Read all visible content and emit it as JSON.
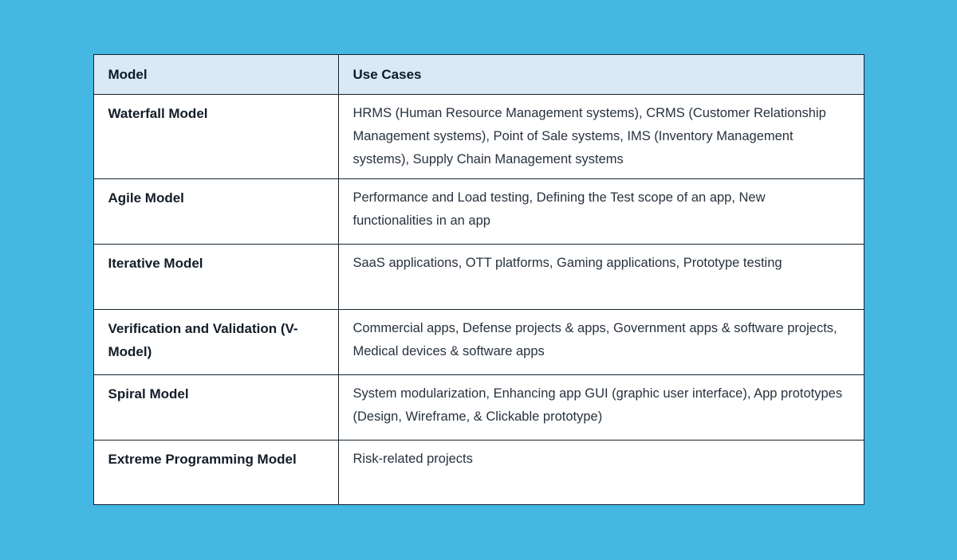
{
  "page": {
    "background_color": "#44b7e3",
    "table_border_color": "#15232e",
    "header_background_color": "#d9eaf6"
  },
  "table": {
    "header": {
      "model": "Model",
      "use_cases": "Use Cases"
    },
    "rows": [
      {
        "model": "Waterfall Model",
        "use_cases": "HRMS (Human Resource Management systems), CRMS (Customer Relationship Management systems), Point of Sale systems, IMS (Inventory Management systems), Supply Chain Management systems"
      },
      {
        "model": "Agile Model",
        "use_cases": "Performance and Load testing, Defining the Test scope of an app, New functionalities in an app"
      },
      {
        "model": "Iterative Model",
        "use_cases": "SaaS applications, OTT platforms, Gaming applications, Prototype testing"
      },
      {
        "model": "Verification and Validation (V-Model)",
        "use_cases": "Commercial apps, Defense projects & apps, Government apps & software projects, Medical devices & software apps"
      },
      {
        "model": "Spiral Model",
        "use_cases": "System modularization, Enhancing app GUI (graphic user interface), App prototypes (Design, Wireframe, & Clickable prototype)"
      },
      {
        "model": "Extreme Programming Model",
        "use_cases": "Risk-related projects"
      }
    ]
  },
  "chart_data": {
    "type": "table",
    "title": "",
    "columns": [
      "Model",
      "Use Cases"
    ],
    "rows": [
      [
        "Waterfall Model",
        "HRMS (Human Resource Management systems), CRMS (Customer Relationship Management systems), Point of Sale systems, IMS (Inventory Management systems), Supply Chain Management systems"
      ],
      [
        "Agile Model",
        "Performance and Load testing, Defining the Test scope of an app, New functionalities in an app"
      ],
      [
        "Iterative Model",
        "SaaS applications, OTT platforms, Gaming applications, Prototype testing"
      ],
      [
        "Verification and Validation (V-Model)",
        "Commercial apps, Defense projects & apps, Government apps & software projects, Medical devices & software apps"
      ],
      [
        "Spiral Model",
        "System modularization, Enhancing app GUI (graphic user interface), App prototypes (Design, Wireframe, & Clickable prototype)"
      ],
      [
        "Extreme Programming Model",
        "Risk-related projects"
      ]
    ]
  }
}
